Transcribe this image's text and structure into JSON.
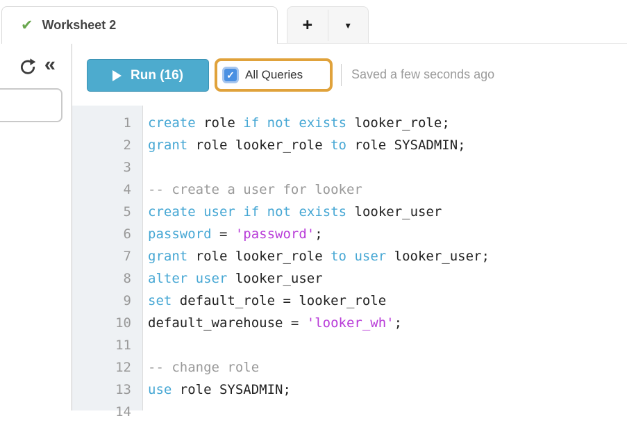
{
  "tab_bar": {
    "tab": {
      "label": "Worksheet 2"
    },
    "new_tab_label": "+",
    "icons": {
      "check": "✔",
      "caret_down": "▼"
    }
  },
  "toolbar": {
    "run_label": "Run (16)",
    "all_queries_label": "All Queries",
    "all_queries_checked": true,
    "checkbox_check_glyph": "✓",
    "collapse_glyph": "«",
    "saved_status": "Saved a few seconds ago"
  },
  "colors": {
    "run_button_bg": "#4dabce",
    "highlight_box_orange": "#e0a23b",
    "checkbox_blue": "#4a90e2",
    "check_green": "#69a74e",
    "keyword_blue": "#46a7d4",
    "string_purple": "#b83bd8",
    "comment_gray": "#999999",
    "gutter_bg": "#eef1f4"
  },
  "editor": {
    "lines": [
      {
        "n": 1,
        "tokens": [
          {
            "t": "create",
            "c": "kw"
          },
          {
            "t": " role ",
            "c": "pl"
          },
          {
            "t": "if",
            "c": "kw"
          },
          {
            "t": " ",
            "c": "pl"
          },
          {
            "t": "not",
            "c": "kw"
          },
          {
            "t": " ",
            "c": "pl"
          },
          {
            "t": "exists",
            "c": "kw"
          },
          {
            "t": " looker_role;",
            "c": "pl"
          }
        ]
      },
      {
        "n": 2,
        "tokens": [
          {
            "t": "grant",
            "c": "kw"
          },
          {
            "t": " role looker_role ",
            "c": "pl"
          },
          {
            "t": "to",
            "c": "kw"
          },
          {
            "t": " role SYSADMIN;",
            "c": "pl"
          }
        ]
      },
      {
        "n": 3,
        "tokens": []
      },
      {
        "n": 4,
        "tokens": [
          {
            "t": "-- create a user for looker",
            "c": "com"
          }
        ]
      },
      {
        "n": 5,
        "tokens": [
          {
            "t": "create",
            "c": "kw"
          },
          {
            "t": " ",
            "c": "pl"
          },
          {
            "t": "user",
            "c": "kw"
          },
          {
            "t": " ",
            "c": "pl"
          },
          {
            "t": "if",
            "c": "kw"
          },
          {
            "t": " ",
            "c": "pl"
          },
          {
            "t": "not",
            "c": "kw"
          },
          {
            "t": " ",
            "c": "pl"
          },
          {
            "t": "exists",
            "c": "kw"
          },
          {
            "t": " looker_user",
            "c": "pl"
          }
        ]
      },
      {
        "n": 6,
        "tokens": [
          {
            "t": "password",
            "c": "kw"
          },
          {
            "t": " = ",
            "c": "pl"
          },
          {
            "t": "'password'",
            "c": "str"
          },
          {
            "t": ";",
            "c": "pl"
          }
        ]
      },
      {
        "n": 7,
        "tokens": [
          {
            "t": "grant",
            "c": "kw"
          },
          {
            "t": " role looker_role ",
            "c": "pl"
          },
          {
            "t": "to",
            "c": "kw"
          },
          {
            "t": " ",
            "c": "pl"
          },
          {
            "t": "user",
            "c": "kw"
          },
          {
            "t": " looker_user;",
            "c": "pl"
          }
        ]
      },
      {
        "n": 8,
        "tokens": [
          {
            "t": "alter",
            "c": "kw"
          },
          {
            "t": " ",
            "c": "pl"
          },
          {
            "t": "user",
            "c": "kw"
          },
          {
            "t": " looker_user",
            "c": "pl"
          }
        ]
      },
      {
        "n": 9,
        "tokens": [
          {
            "t": "set",
            "c": "kw"
          },
          {
            "t": " default_role = looker_role",
            "c": "pl"
          }
        ]
      },
      {
        "n": 10,
        "tokens": [
          {
            "t": "default_warehouse = ",
            "c": "pl"
          },
          {
            "t": "'looker_wh'",
            "c": "str"
          },
          {
            "t": ";",
            "c": "pl"
          }
        ]
      },
      {
        "n": 11,
        "tokens": []
      },
      {
        "n": 12,
        "tokens": [
          {
            "t": "-- change role",
            "c": "com"
          }
        ]
      },
      {
        "n": 13,
        "tokens": [
          {
            "t": "use",
            "c": "kw"
          },
          {
            "t": " role SYSADMIN;",
            "c": "pl"
          }
        ]
      },
      {
        "n": 14,
        "tokens": []
      }
    ]
  }
}
